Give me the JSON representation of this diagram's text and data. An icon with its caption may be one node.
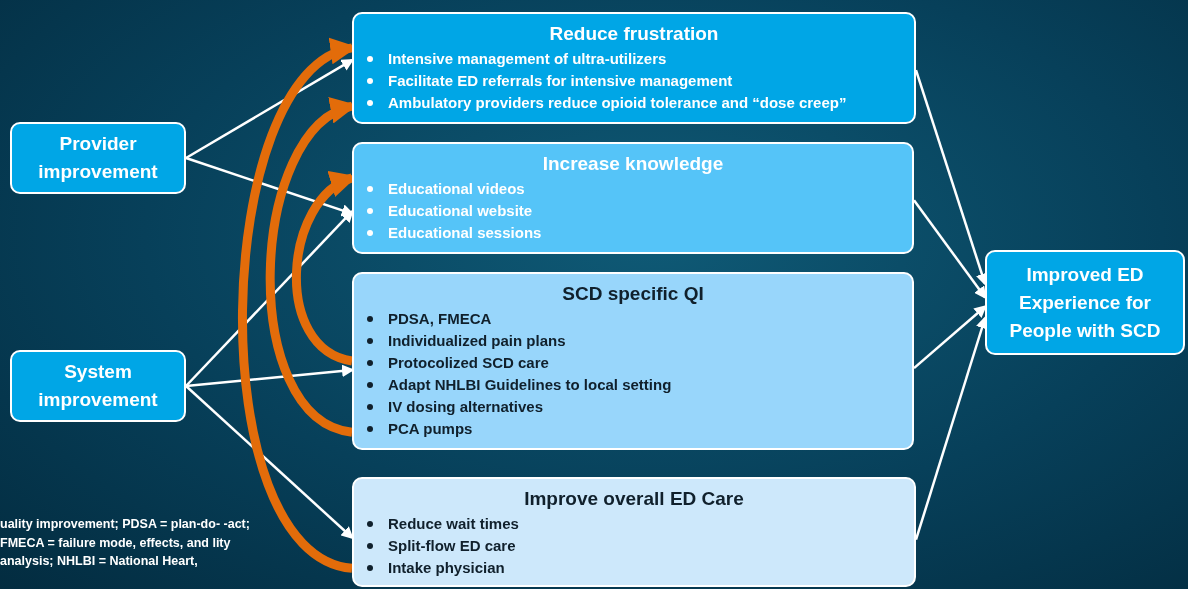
{
  "diagram": {
    "nodes": [
      {
        "text": [
          "Provider improvement"
        ]
      },
      {
        "text": [
          "System improvement"
        ]
      },
      {
        "text": [
          "Reduce frustration",
          "Intensive management of ultra-utilizers",
          "Facilitate ED referrals for intensive management",
          "Ambulatory providers reduce opioid tolerance and “dose creep”"
        ]
      },
      {
        "text": [
          "Increase knowledge",
          "Educational videos",
          "Educational website",
          "Educational sessions"
        ]
      },
      {
        "text": [
          "SCD specific QI",
          "PDSA, FMECA",
          "Individualized pain plans",
          "Protocolized SCD care",
          "Adapt NHLBI Guidelines to local setting",
          "IV dosing alternatives",
          "PCA pumps"
        ]
      },
      {
        "text": [
          "Improve overall ED Care",
          "Reduce wait times",
          "Split-flow ED care",
          "Intake physician"
        ]
      },
      {
        "text": [
          "Improved ED Experience for People with SCD"
        ]
      }
    ],
    "edges": [
      {
        "from": 0,
        "to": 2,
        "arrow": "to"
      },
      {
        "from": 0,
        "to": 3,
        "arrow": "to"
      },
      {
        "from": 1,
        "to": 3,
        "arrow": "to"
      },
      {
        "from": 1,
        "to": 4,
        "arrow": "to"
      },
      {
        "from": 1,
        "to": 5,
        "arrow": "to"
      },
      {
        "from": 2,
        "to": 6,
        "arrow": "to"
      },
      {
        "from": 3,
        "to": 6,
        "arrow": "to"
      },
      {
        "from": 4,
        "to": 6,
        "arrow": "to"
      },
      {
        "from": 5,
        "to": 6,
        "arrow": "to"
      },
      {
        "from": 4,
        "to": 3,
        "arrow": "to",
        "style": "thick",
        "color": "#e36c0a"
      },
      {
        "from": 4,
        "to": 2,
        "arrow": "to",
        "style": "thick",
        "color": "#e36c0a"
      },
      {
        "from": 5,
        "to": 2,
        "arrow": "to",
        "style": "thick",
        "color": "#e36c0a"
      }
    ],
    "labels": [
      "uality improvement; PDSA = plan-do- -act; FMECA = failure mode, effects, and lity analysis; NHLBI = National Heart,"
    ]
  }
}
